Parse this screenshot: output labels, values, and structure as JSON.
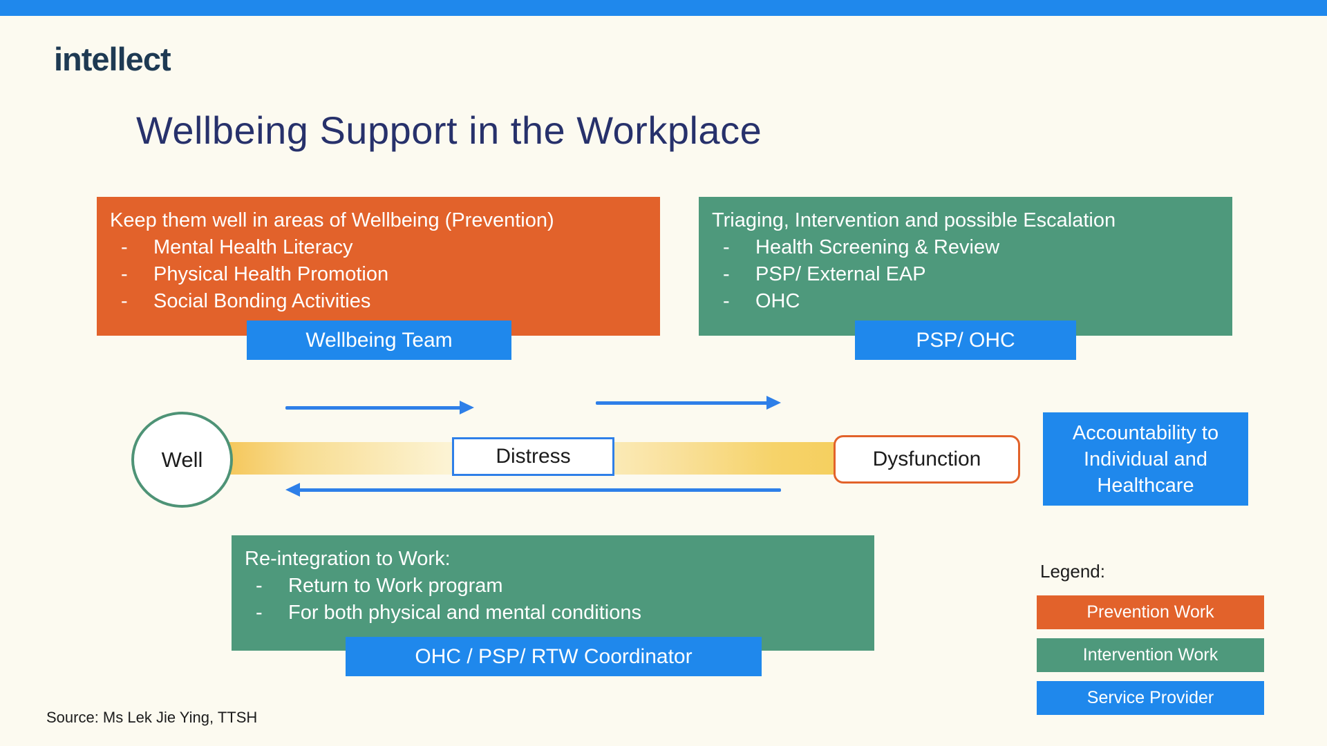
{
  "colors": {
    "background": "#FCFAF0",
    "accent_blue": "#1F88EC",
    "arrow_blue": "#2E7FE8",
    "prevention_orange": "#E2622B",
    "intervention_green": "#4E997C",
    "well_circle_green": "#4E9376",
    "title_navy": "#27316B",
    "logo_navy": "#1E3A53",
    "spectrum_gold": "#F4C14C"
  },
  "header": {
    "logo": "intellect",
    "title": "Wellbeing Support in the Workplace"
  },
  "bullet_marker": "-",
  "boxes": {
    "prevention": {
      "heading": "Keep them well in areas of Wellbeing (Prevention)",
      "bullets": [
        "Mental Health Literacy",
        "Physical Health Promotion",
        "Social Bonding Activities"
      ],
      "tag": "Wellbeing Team"
    },
    "intervention": {
      "heading": "Triaging, Intervention and possible Escalation",
      "bullets": [
        "Health Screening & Review",
        "PSP/ External EAP",
        "OHC"
      ],
      "tag": "PSP/ OHC"
    },
    "reintegration": {
      "heading": "Re-integration to Work:",
      "bullets": [
        "Return to Work program",
        "For both physical and mental conditions"
      ],
      "tag": "OHC / PSP/ RTW Coordinator"
    },
    "accountability": {
      "text": "Accountability to Individual and Healthcare"
    }
  },
  "spectrum": {
    "stages": [
      "Well",
      "Distress",
      "Dysfunction"
    ]
  },
  "legend": {
    "label": "Legend:",
    "items": [
      {
        "label": "Prevention Work",
        "color": "#E2622B"
      },
      {
        "label": "Intervention Work",
        "color": "#4E997C"
      },
      {
        "label": "Service Provider",
        "color": "#1F88EC"
      }
    ]
  },
  "footer": {
    "source": "Source: Ms Lek Jie Ying, TTSH"
  }
}
